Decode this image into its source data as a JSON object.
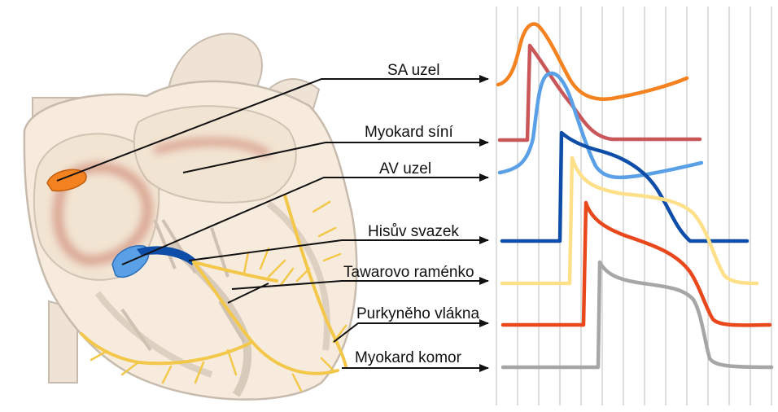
{
  "labels": [
    {
      "id": "sa-node",
      "text": "SA uzel",
      "color": "#F58220"
    },
    {
      "id": "atrial-myocardium",
      "text": "Myokard síní",
      "color": "#C9575A"
    },
    {
      "id": "av-node",
      "text": "AV uzel",
      "color": "#5AA0E6"
    },
    {
      "id": "bundle-of-his",
      "text": "Hisův svazek",
      "color": "#0E4EA8"
    },
    {
      "id": "bundle-branches",
      "text": "Tawarovo raménko",
      "color": "#FFE08A"
    },
    {
      "id": "purkinje-fibers",
      "text": "Purkyněho vlákna",
      "color": "#E8481C"
    },
    {
      "id": "ventricular-myocardium",
      "text": "Myokard komor",
      "color": "#A6A6A6"
    }
  ],
  "colors": {
    "heart_fill": "#F6EBDD",
    "heart_outline": "#C7BBAE",
    "conduction_path": "#F3C84A",
    "grid_line": "#C8C8C8",
    "arrow": "#111111"
  }
}
